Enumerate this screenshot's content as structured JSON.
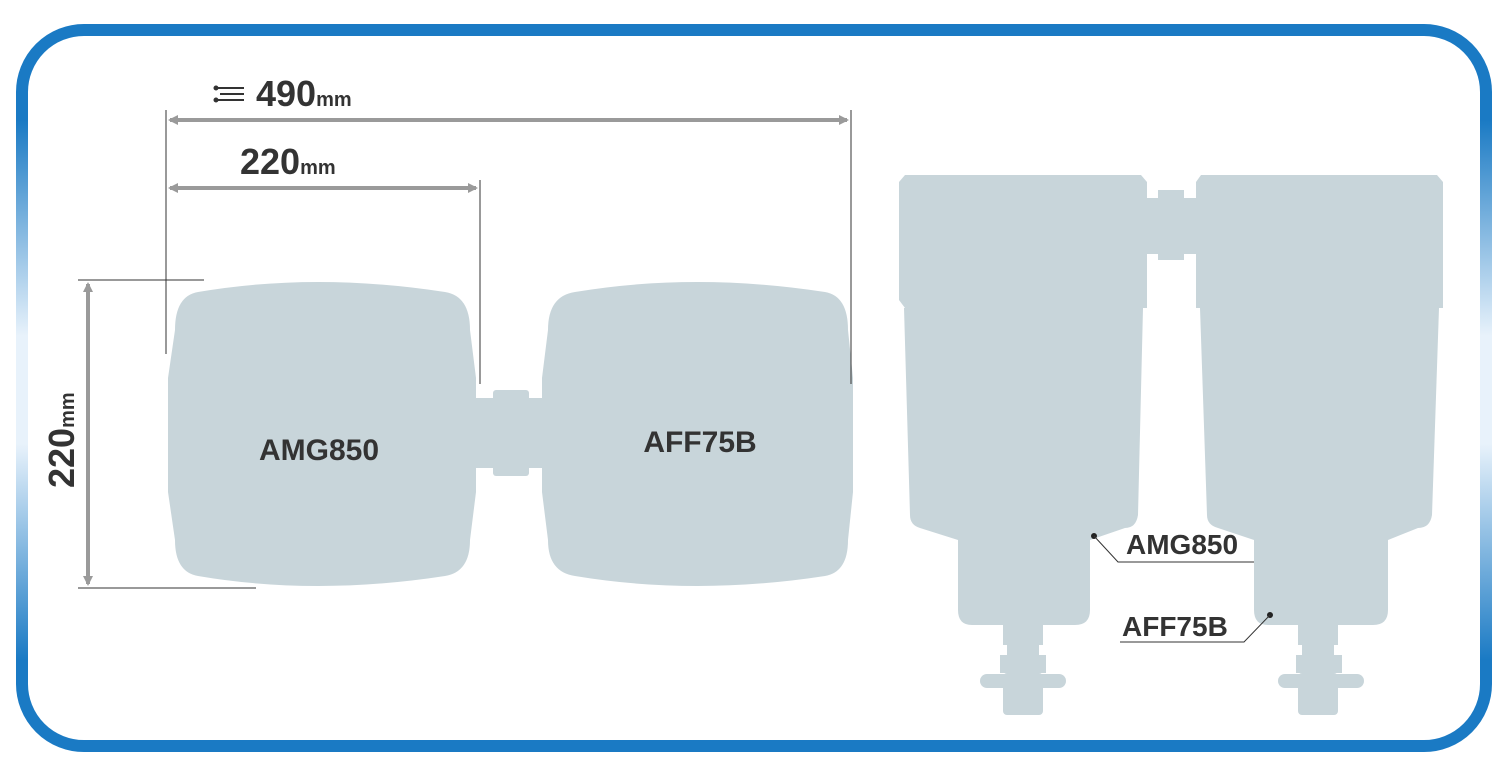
{
  "dimensions": {
    "overall": {
      "value": "490",
      "unit": "mm",
      "icon": "flow-direction-icon"
    },
    "unit_width": {
      "value": "220",
      "unit": "mm"
    },
    "height": {
      "value": "220",
      "unit": "mm"
    }
  },
  "top_view": {
    "left_unit": "AMG850",
    "right_unit": "AFF75B"
  },
  "side_view": {
    "callout_1": "AMG850",
    "callout_2": "AFF75B"
  },
  "colors": {
    "frame_border": "#1a7ac4",
    "body_fill": "#c8d5da",
    "dim_line": "#9a9a9a",
    "text": "#333333"
  }
}
